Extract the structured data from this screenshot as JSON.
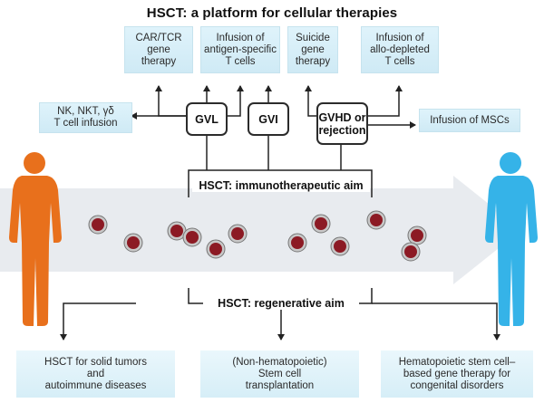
{
  "title": "HSCT: a platform for cellular therapies",
  "top_boxes": [
    {
      "text": "CAR/TCR\ngene\ntherapy"
    },
    {
      "text": "Infusion of\nantigen-specific\nT cells"
    },
    {
      "text": "Suicide\ngene\ntherapy"
    },
    {
      "text": "Infusion of\nallo-depleted\nT cells"
    }
  ],
  "side_boxes": {
    "left": "NK, NKT, γδ\nT cell infusion",
    "right": "Infusion of MSCs"
  },
  "mid_boxes": [
    {
      "text": "GVL"
    },
    {
      "text": "GVI"
    },
    {
      "text": "GVHD or\nrejection"
    }
  ],
  "immuno_label": "HSCT: immunotherapeutic aim",
  "regen_label": "HSCT: regenerative aim",
  "bottom_boxes": [
    {
      "text": "HSCT for solid tumors\nand\nautoimmune diseases"
    },
    {
      "text": "(Non-hematopoietic)\nStem cell\ntransplantation"
    },
    {
      "text": "Hematopoietic stem cell–\nbased gene therapy for\ncongenital disorders"
    }
  ],
  "figures": {
    "donor": "orange-human-figure",
    "recipient": "blue-human-figure"
  },
  "colors": {
    "donor": "#e8701c",
    "recipient": "#35b3e8",
    "cell": "#8c1a24",
    "box": "#d6edf7"
  }
}
